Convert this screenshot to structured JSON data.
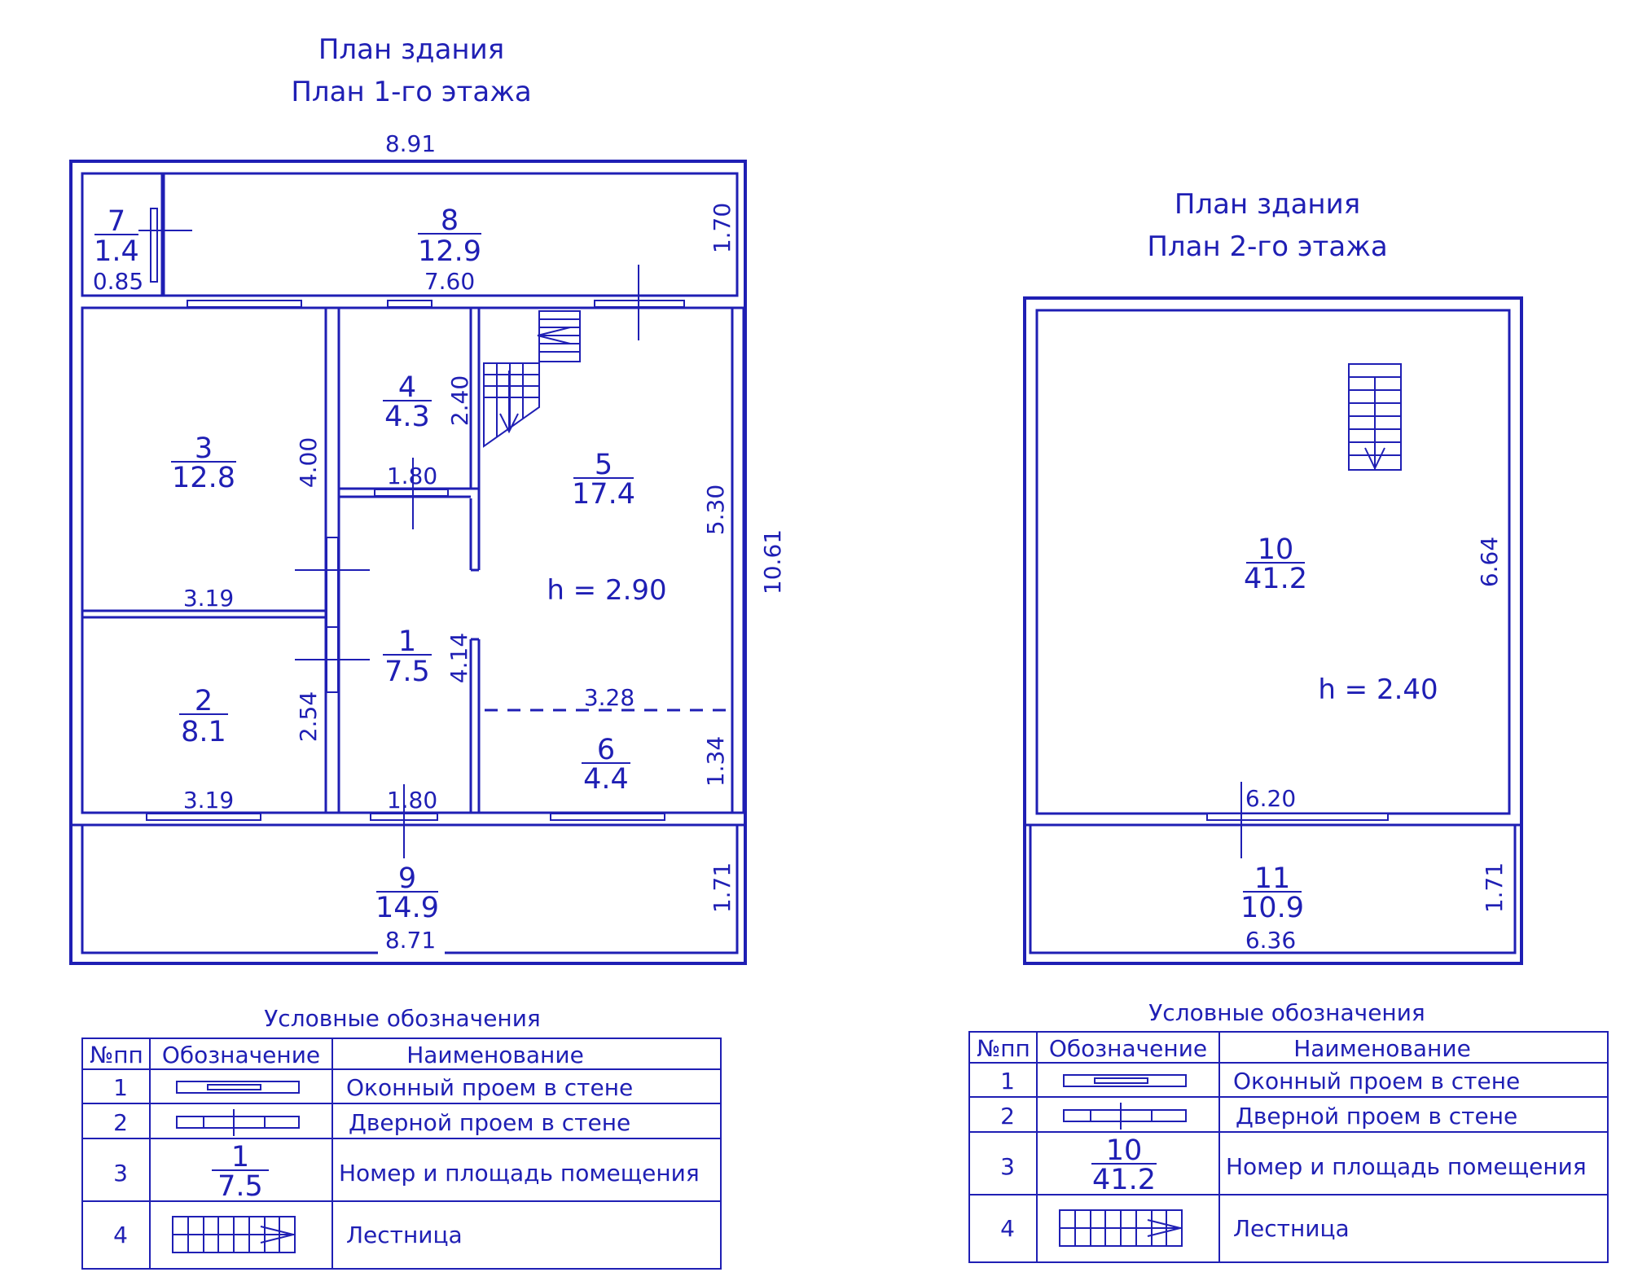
{
  "plan1": {
    "title_line1": "План здания",
    "title_line2": "План 1-го этажа",
    "height_label": "h = 2.90",
    "rooms": [
      {
        "num": "7",
        "area": "1.4"
      },
      {
        "num": "8",
        "area": "12.9"
      },
      {
        "num": "4",
        "area": "4.3"
      },
      {
        "num": "3",
        "area": "12.8"
      },
      {
        "num": "5",
        "area": "17.4"
      },
      {
        "num": "1",
        "area": "7.5"
      },
      {
        "num": "2",
        "area": "8.1"
      },
      {
        "num": "6",
        "area": "4.4"
      },
      {
        "num": "9",
        "area": "14.9"
      }
    ],
    "dims": {
      "top": "8.91",
      "r7_width": "0.85",
      "r8_width": "7.60",
      "r8_height": "1.70",
      "total_height": "10.61",
      "r4_height": "2.40",
      "r4_width": "1.80",
      "r3_height": "4.00",
      "r3_width": "3.19",
      "r5_height": "5.30",
      "r1_height": "4.14",
      "r6_width": "3.28",
      "r2_height": "2.54",
      "r6_height": "1.34",
      "r2_width": "3.19",
      "r1_width": "1.80",
      "r9_height": "1.71",
      "r9_width": "8.71"
    }
  },
  "plan2": {
    "title_line1": "План здания",
    "title_line2": "План 2-го этажа",
    "height_label": "h = 2.40",
    "rooms": [
      {
        "num": "10",
        "area": "41.2"
      },
      {
        "num": "11",
        "area": "10.9"
      }
    ],
    "dims": {
      "r10_height": "6.64",
      "r10_width": "6.20",
      "r11_height": "1.71",
      "r11_width": "6.36"
    }
  },
  "legend1": {
    "title": "Условные обозначения",
    "headers": [
      "№пп",
      "Обозначение",
      "Наименование"
    ],
    "rows": [
      {
        "no": "1",
        "name": "Оконный проем в стене"
      },
      {
        "no": "2",
        "name": "Дверной проем в стене"
      },
      {
        "no": "3",
        "name": "Номер и площадь помещения"
      },
      {
        "no": "4",
        "name": "Лестница"
      }
    ],
    "sample_num": "1",
    "sample_area": "7.5"
  },
  "legend2": {
    "title": "Условные обозначения",
    "headers": [
      "№пп",
      "Обозначение",
      "Наименование"
    ],
    "rows": [
      {
        "no": "1",
        "name": "Оконный проем в стене"
      },
      {
        "no": "2",
        "name": "Дверной проем в стене"
      },
      {
        "no": "3",
        "name": "Номер и площадь помещения"
      },
      {
        "no": "4",
        "name": "Лестница"
      }
    ],
    "sample_num": "10",
    "sample_area": "41.2"
  },
  "colors": {
    "ink": "#1f1fb4",
    "background": "#ffffff"
  }
}
